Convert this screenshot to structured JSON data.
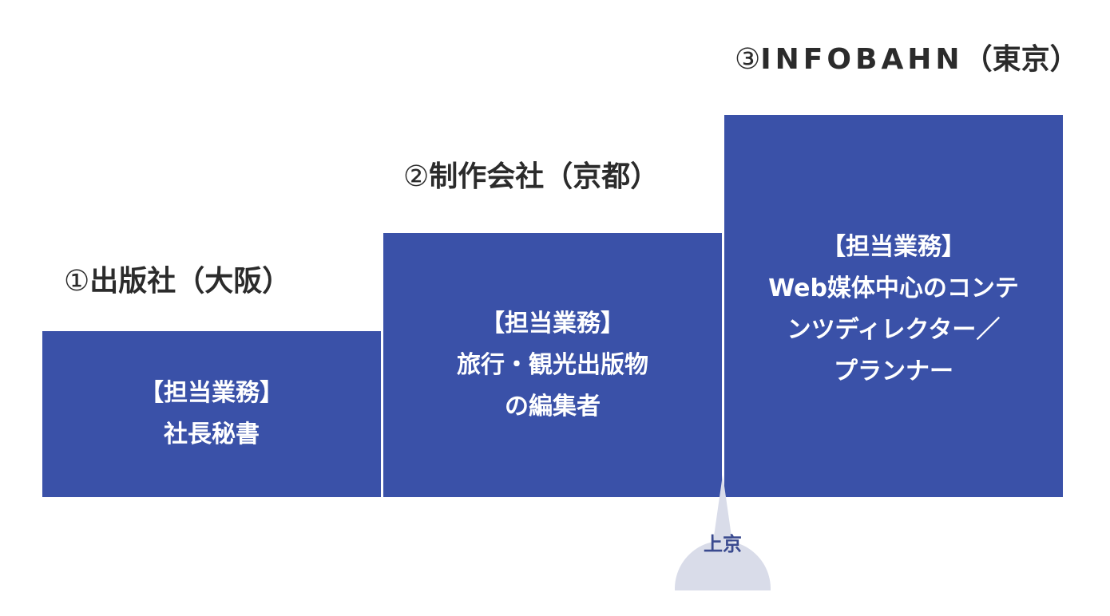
{
  "colors": {
    "block": "#3a51a8",
    "text": "#2b2b2b",
    "callout_bg": "#d9dce9",
    "callout_text": "#3a4a8f"
  },
  "steps": [
    {
      "number": "①",
      "heading": "出版社（大阪）",
      "lines": [
        "【担当業務】",
        "社長秘書"
      ]
    },
    {
      "number": "②",
      "heading": "制作会社（京都）",
      "lines": [
        "【担当業務】",
        "旅行・観光出版物",
        "の編集者"
      ]
    },
    {
      "number": "③",
      "heading_brand": "INFOBAHN",
      "heading": "（東京）",
      "lines": [
        "【担当業務】",
        "Web媒体中心のコンテ",
        "ンツディレクター／",
        "プランナー"
      ]
    }
  ],
  "callout": {
    "label": "上京"
  }
}
